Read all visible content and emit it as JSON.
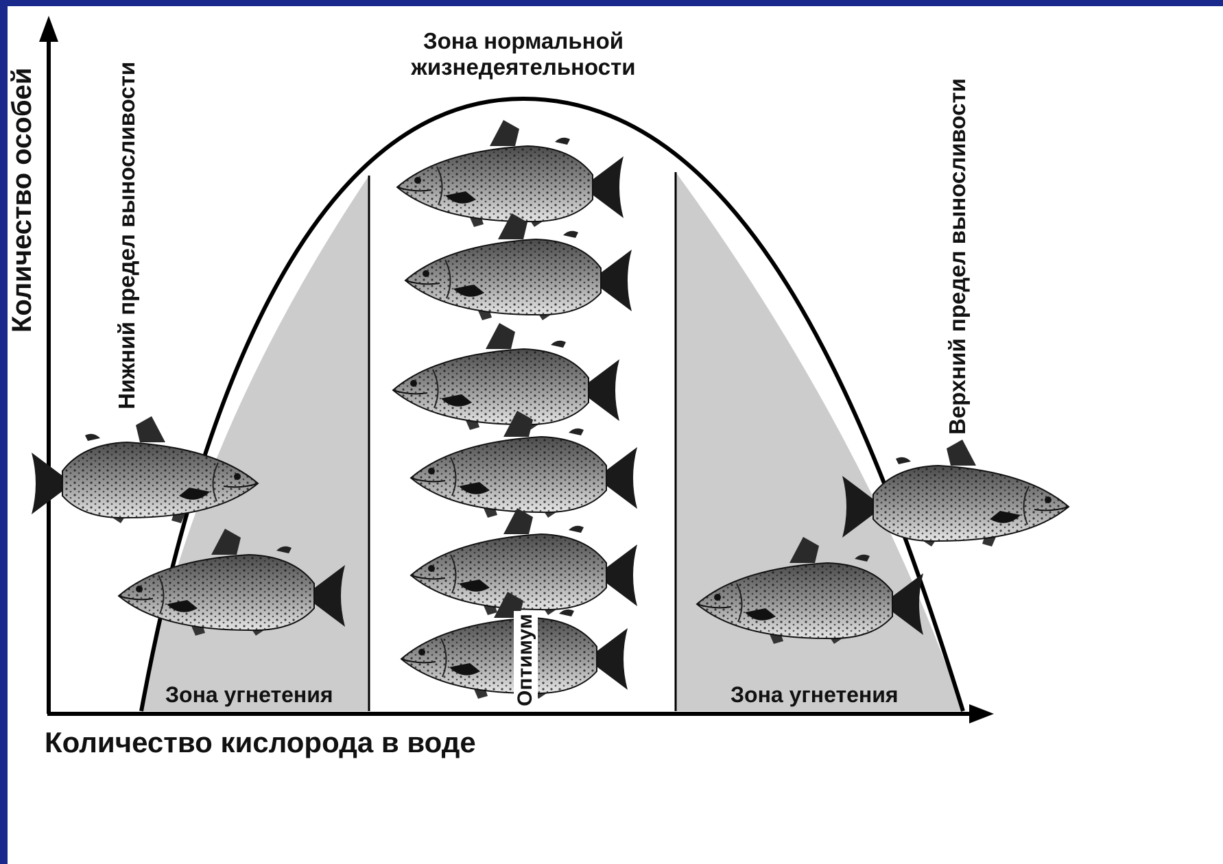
{
  "diagram": {
    "y_axis_label": "Количество особей",
    "x_axis_label": "Количество кислорода в воде",
    "top_zone_line1": "Зона нормальной",
    "top_zone_line2": "жизнедеятельности",
    "lower_limit": "Нижний предел выносливости",
    "upper_limit": "Верхний предел выносливости",
    "left_zone": "Зона угнетения",
    "right_zone": "Зона угнетения",
    "optimum": "Оптимум",
    "icon_fish": "trout-icon",
    "colors": {
      "background": "#1a2a8c",
      "canvas": "#ffffff",
      "stress_zone": "#cccccc",
      "line": "#000000"
    }
  }
}
